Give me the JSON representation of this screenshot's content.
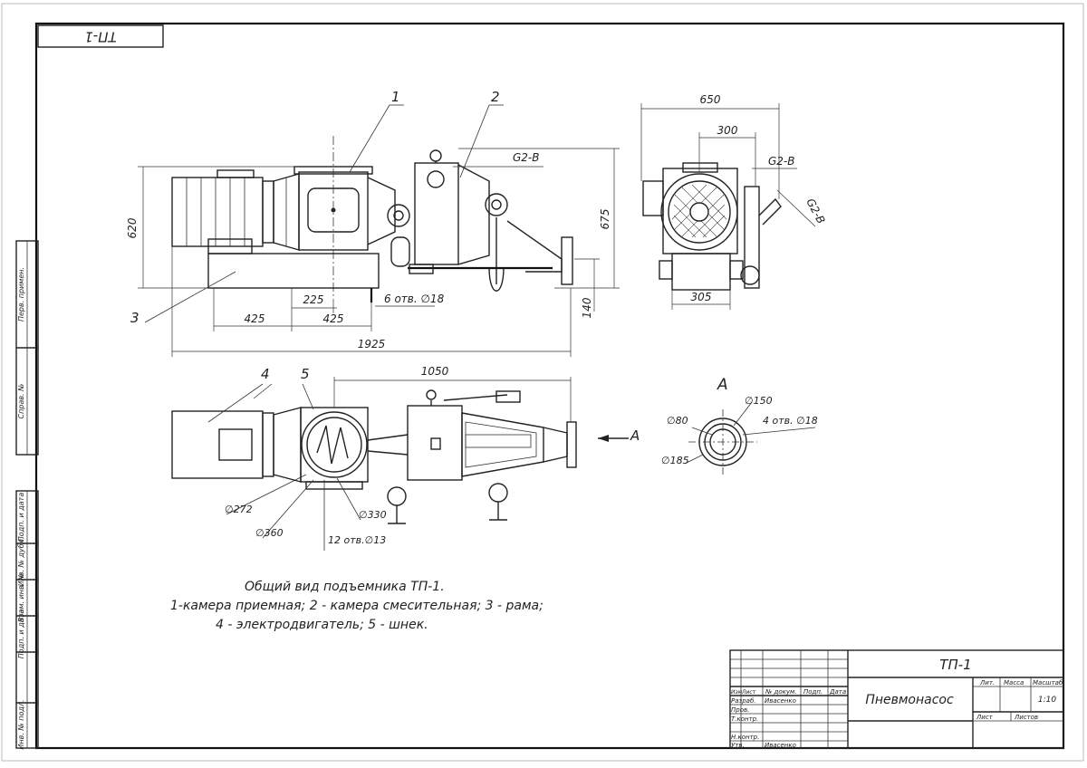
{
  "sheet_code": "ТП-1",
  "left_strip": [
    "Перв. примен.",
    "Справ. №",
    "Подп. и дата",
    "Инв. № дубл.",
    "Взам. инв. №",
    "Подп. и дата",
    "Инв. № подл."
  ],
  "callouts": [
    "1",
    "2",
    "3",
    "4",
    "5"
  ],
  "dimensions": {
    "d1925": "1925",
    "d620": "620",
    "d675": "675",
    "d225": "225",
    "d425a": "425",
    "d425b": "425",
    "d6holes": "6 отв. ∅18",
    "d140": "140",
    "dg2b": "G2-B",
    "d650": "650",
    "d300": "300",
    "dg2b_side": "G2-B",
    "dg2b_diag": "G2-B",
    "d305": "305",
    "d1050": "1050",
    "d272": "∅272",
    "d360": "∅360",
    "d330": "∅330",
    "d12holes": "12 отв.∅13",
    "d150": "∅150",
    "d80": "∅80",
    "d4holes": "4 отв. ∅18",
    "d185": "∅185",
    "view_a_arrow": "A",
    "view_a_title": "A"
  },
  "caption": {
    "line1": "Общий вид подъемника ТП-1.",
    "line2": "1-камера приемная;  2 - камера смесительная; 3 - рама;",
    "line3": "4 - электродвигатель; 5 - шнек."
  },
  "title_block": {
    "designation": "ТП-1",
    "name": "Пневмонасос",
    "col_izm": "Изм",
    "col_list": "Лист",
    "col_doc": "№ докум.",
    "col_podp": "Подп.",
    "col_data": "Дата",
    "row_razrab": "Разраб.",
    "row_razrab_name": "Ивасенко",
    "row_prov": "Пров.",
    "row_tkontr": "Т.контр.",
    "row_nkontr": "Н.контр.",
    "row_utv": "Утв.",
    "row_utv_name": "Ивасенко",
    "lit": "Лит.",
    "massa": "Масса",
    "masshtab": "Масштаб",
    "scale": "1:10",
    "list": "Лист",
    "listov": "Листов"
  }
}
